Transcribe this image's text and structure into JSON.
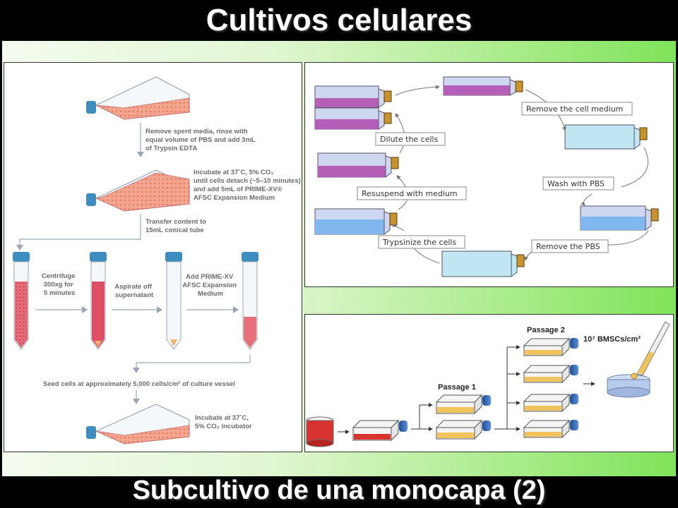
{
  "header": {
    "title": "Cultivos celulares"
  },
  "footer": {
    "subtitle": "Subcultivo de una monocapa (2)"
  },
  "panel_left": {
    "step1": [
      "Remove spent media, rinse with",
      "equal volume of PBS and add 3mL",
      "of Trypsin EDTA"
    ],
    "step2": [
      "Incubate at 37˚C, 5% CO₂",
      "until cells detach (~5–10 minutes)",
      "and add 5mL of PRIME-XV®",
      "AFSC Expansion Medium"
    ],
    "step3": [
      "Transfer content to",
      "15mL conical tube"
    ],
    "centrifuge": [
      "Centrifuge",
      "300xg for",
      "5 minutes"
    ],
    "aspirate": [
      "Aspirate off",
      "supernatant"
    ],
    "add_medium": [
      "Add PRIME-XV",
      "AFSC Expansion",
      "Medium"
    ],
    "seed": "Seed cells at approximately 5,000 cells/cm² of culture vessel",
    "step_final": [
      "Incubate at 37˚C,",
      "5% CO₂ incubator"
    ]
  },
  "panel_cycle": {
    "remove_medium": "Remove the cell medium",
    "wash": "Wash with PBS",
    "remove_pbs": "Remove the PBS",
    "trypsinize": "Trypsinize the cells",
    "resuspend": "Resuspend with medium",
    "dilute": "Dilute the cells"
  },
  "panel_passage": {
    "passage1": "Passage 1",
    "passage2": "Passage 2",
    "density": "10⁷ BMSCs/cm³"
  },
  "colors": {
    "purple_flask": "#b55fb8",
    "blue_flask": "#7fb7ee",
    "light_blue_flask": "#bfe6f2",
    "pink_medium": "#e8807a",
    "red_tube": "#d9455c",
    "yellow_medium": "#f1c35c",
    "red_medium": "#d8332f",
    "cap_blue": "#2f5ea8"
  }
}
